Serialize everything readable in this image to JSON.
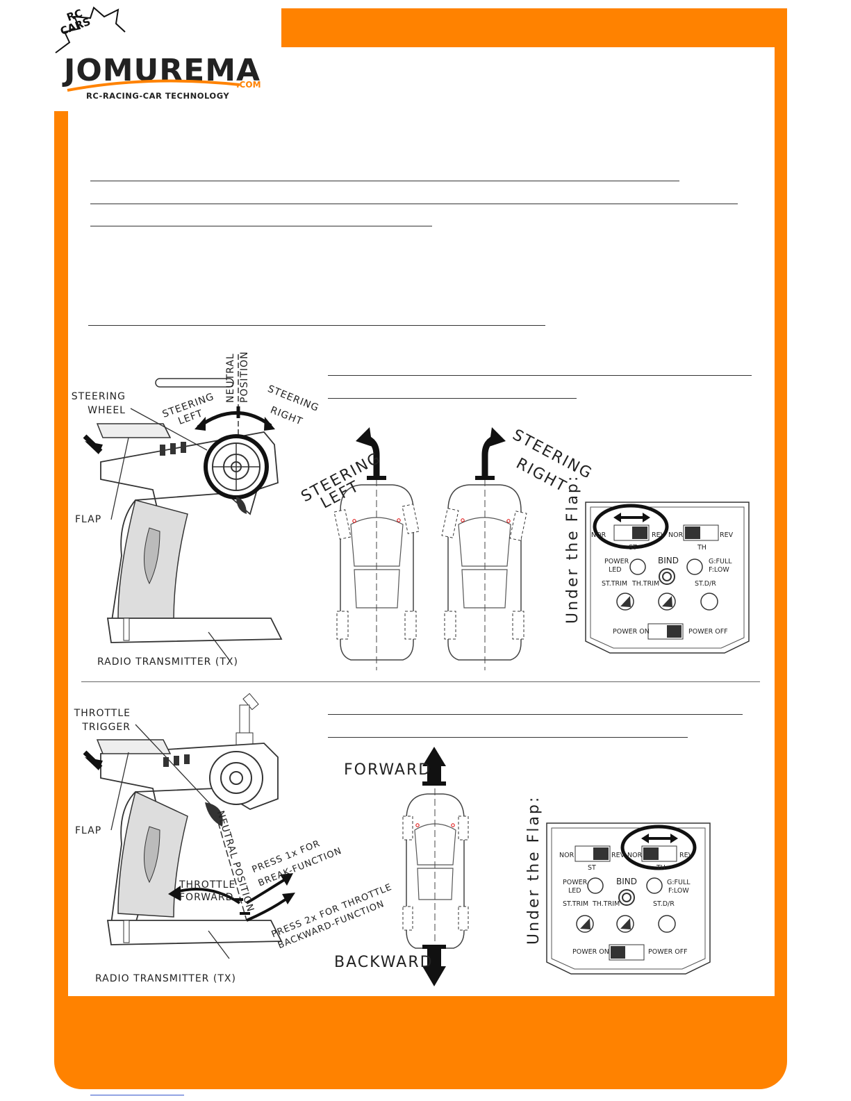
{
  "brand": {
    "badge_line1": "RC",
    "badge_line2": "CARS",
    "name": "JOMUREMA",
    "domain": ".COM",
    "tagline": "RC-RACING-CAR TECHNOLOGY"
  },
  "colors": {
    "accent": "#ff8200",
    "line": "#333333",
    "text": "#222222"
  },
  "steering_section": {
    "labels": {
      "steering_wheel_1": "STEERING",
      "steering_wheel_2": "WHEEL",
      "steering_left_1": "STEERING",
      "steering_left_2": "LEFT",
      "neutral_1": "NEUTRAL",
      "neutral_2": "POSITION",
      "steering_right_1": "STEERING",
      "steering_right_2": "RIGHT",
      "flap": "FLAP",
      "transmitter": "RADIO TRANSMITTER (TX)",
      "car_left_1": "STEERING",
      "car_left_2": "LEFT",
      "car_right_1": "STEERING",
      "car_right_2": "RIGHT"
    }
  },
  "throttle_section": {
    "labels": {
      "throttle_trigger_1": "THROTTLE",
      "throttle_trigger_2": "TRIGGER",
      "flap": "FLAP",
      "neutral": "NEUTRAL POSITION",
      "press1_pre": "PRESS 1x FOR",
      "press1_post": "BREAK-FUNCTION",
      "press2_pre": "PRESS 2x FOR THROTTLE",
      "press2_post": "BACKWARD-FUNCTION",
      "throttle_fwd_1": "THROTTLE",
      "throttle_fwd_2": "FORWARD",
      "transmitter": "RADIO TRANSMITTER (TX)",
      "forward": "FORWARD",
      "backward": "BACKWARD"
    }
  },
  "flap_panel": {
    "side_label": "Under the Flap:",
    "nor": "NOR",
    "rev": "REV",
    "st": "ST",
    "th": "TH",
    "power_led_1": "POWER",
    "power_led_2": "LED",
    "bind": "BIND",
    "gfull": "G:FULL",
    "flow": "F:LOW",
    "st_trim": "ST.TRIM",
    "th_trim": "TH.TRIM",
    "st_dr": "ST.D/R",
    "power_on": "POWER ON",
    "power_off": "POWER OFF"
  }
}
